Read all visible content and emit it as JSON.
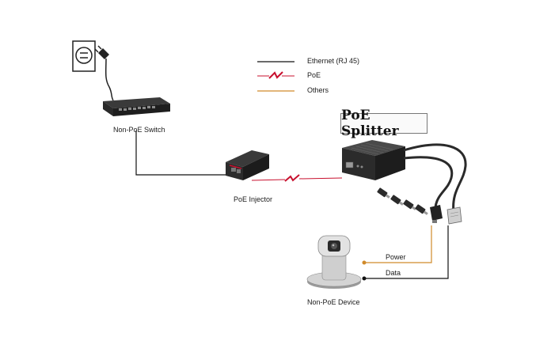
{
  "legend": {
    "ethernet": "Ethernet (RJ 45)",
    "poe": "PoE",
    "others": "Others"
  },
  "title": "PoE Splitter",
  "nodes": {
    "switch": "Non-PoE Switch",
    "injector": "PoE Injector",
    "device": "Non-PoE Device"
  },
  "links": {
    "power": "Power",
    "data": "Data"
  },
  "colors": {
    "ethernet": "#111111",
    "poe": "#c8102e",
    "others": "#d08a2a"
  }
}
